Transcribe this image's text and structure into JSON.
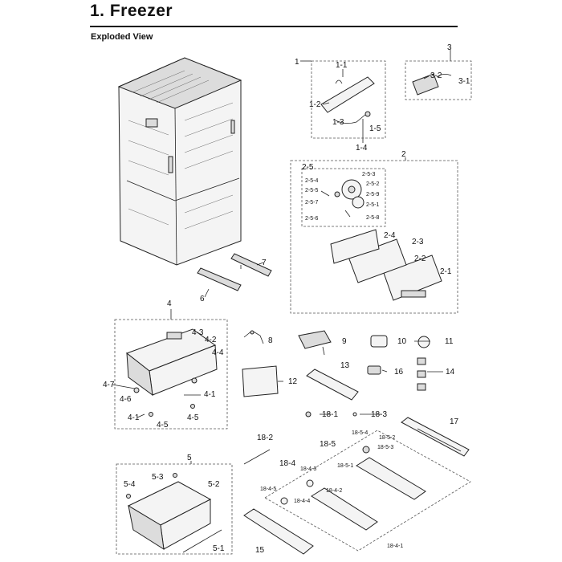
{
  "header": {
    "title": "1.  Freezer",
    "subtitle": "Exploded View"
  },
  "labels": {
    "l1": "1",
    "l1_1": "1-1",
    "l1_2": "1-2",
    "l1_3": "1-3",
    "l1_4": "1-4",
    "l1_5": "1-5",
    "l3": "3",
    "l3_1": "3-1",
    "l3_2": "3-2",
    "l2": "2",
    "l2_1": "2-1",
    "l2_2": "2-2",
    "l2_3": "2-3",
    "l2_4": "2-4",
    "l2_5": "2-5",
    "l2_5_1": "2-5-1",
    "l2_5_2": "2-5-2",
    "l2_5_3": "2-5-3",
    "l2_5_4": "2-5-4",
    "l2_5_5": "2-5-5",
    "l2_5_6": "2-5-6",
    "l2_5_7": "2-5-7",
    "l2_5_8": "2-5-8",
    "l2_5_9": "2-5-9",
    "l6": "6",
    "l7": "7",
    "l4": "4",
    "l4_1a": "4-1",
    "l4_1b": "4-1",
    "l4_2": "4-2",
    "l4_3": "4-3",
    "l4_4": "4-4",
    "l4_5a": "4-5",
    "l4_5b": "4-5",
    "l4_6": "4-6",
    "l4_7": "4-7",
    "l8": "8",
    "l9": "9",
    "l10": "10",
    "l11": "11",
    "l12": "12",
    "l13": "13",
    "l14": "14",
    "l16": "16",
    "l18_1": "18-1",
    "l18_3": "18-3",
    "l17": "17",
    "l5": "5",
    "l5_1": "5-1",
    "l5_2": "5-2",
    "l5_3": "5-3",
    "l5_4": "5-4",
    "l18_2": "18-2",
    "l18_4": "18-4",
    "l18_5": "18-5",
    "l15": "15",
    "l18_5_1": "18-5-1",
    "l18_5_2": "18-5-2",
    "l18_5_3": "18-5-3",
    "l18_5_4": "18-5-4",
    "l18_4_1": "18-4-1",
    "l18_4_2": "18-4-2",
    "l18_4_3": "18-4-3",
    "l18_4_4": "18-4-4",
    "l18_4_5": "18-4-5"
  }
}
